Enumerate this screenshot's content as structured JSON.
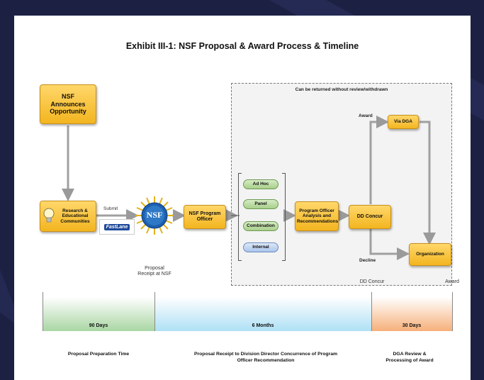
{
  "title": "Exhibit III-1:  NSF Proposal & Award Process & Timeline",
  "returned_note": "Can be returned without review/withdrawn",
  "nodes": {
    "nsf_announces": "NSF Announces Opportunity",
    "research_communities": "Research & Educational Communities",
    "fastlane_logo": "FastLane",
    "nsf_logo": "NSF",
    "program_officer": "NSF Program Officer",
    "review_types": [
      "Ad Hoc",
      "Panel",
      "Combination",
      "Internal"
    ],
    "analysis": "Program Officer Analysis and Recommendations",
    "dd_concur": "DD Concur",
    "via_dga": "Via DGA",
    "organization": "Organization"
  },
  "edge_labels": {
    "submit": "Submit",
    "award": "Award",
    "decline": "Decline"
  },
  "timeline_points": {
    "proposal_receipt": "Proposal Receipt at NSF",
    "dd_concur": "DD Concur",
    "award": "Award"
  },
  "timeline_segments": [
    {
      "duration": "90 Days",
      "caption": "Proposal Preparation Time",
      "color": "#a9d6a3"
    },
    {
      "duration": "6 Months",
      "caption": "Proposal Receipt to Division Director Concurrence of Program Officer Recommendation",
      "color": "#aee0f5"
    },
    {
      "duration": "30 Days",
      "caption": "DGA Review & Processing of Award",
      "color": "#f6b07a"
    }
  ]
}
